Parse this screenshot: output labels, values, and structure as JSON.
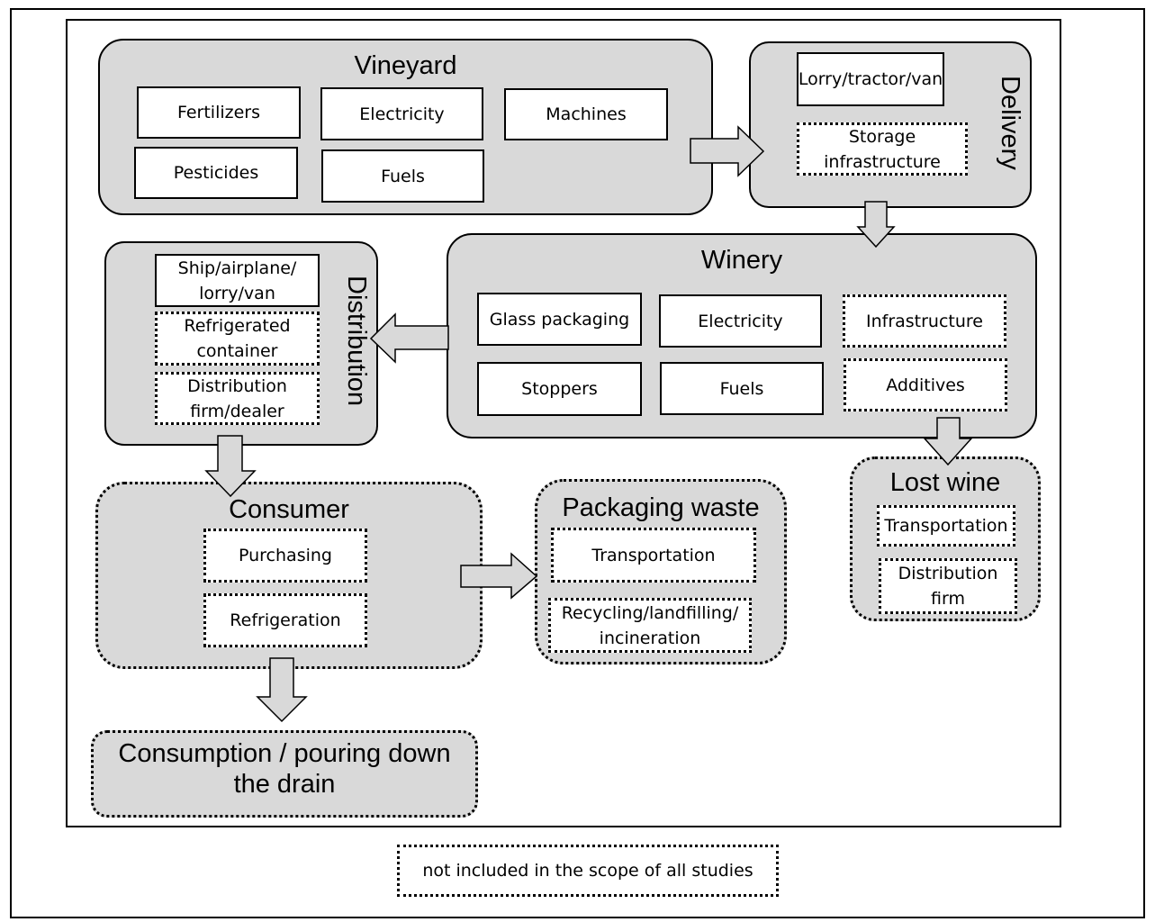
{
  "vineyard": {
    "title": "Vineyard",
    "items": [
      "Fertilizers",
      "Electricity",
      "Machines",
      "Pesticides",
      "Fuels"
    ]
  },
  "delivery": {
    "title": "Delivery",
    "items": [
      "Lorry/tractor/van",
      "Storage\ninfrastructure"
    ]
  },
  "winery": {
    "title": "Winery",
    "items": [
      "Glass packaging",
      "Electricity",
      "Infrastructure",
      "Stoppers",
      "Fuels",
      "Additives"
    ]
  },
  "distribution": {
    "title": "Distribution",
    "items": [
      "Ship/airplane/\nlorry/van",
      "Refrigerated\ncontainer",
      "Distribution\nfirm/dealer"
    ]
  },
  "lost_wine": {
    "title": "Lost wine",
    "items": [
      "Transportation",
      "Distribution\nfirm"
    ]
  },
  "consumer": {
    "title": "Consumer",
    "items": [
      "Purchasing",
      "Refrigeration"
    ]
  },
  "packaging_waste": {
    "title": "Packaging waste",
    "items": [
      "Transportation",
      "Recycling/landfilling/\nincineration"
    ]
  },
  "consumption": {
    "title": "Consumption / pouring down\nthe drain"
  },
  "legend": {
    "label": "not included in the scope of all studies"
  }
}
